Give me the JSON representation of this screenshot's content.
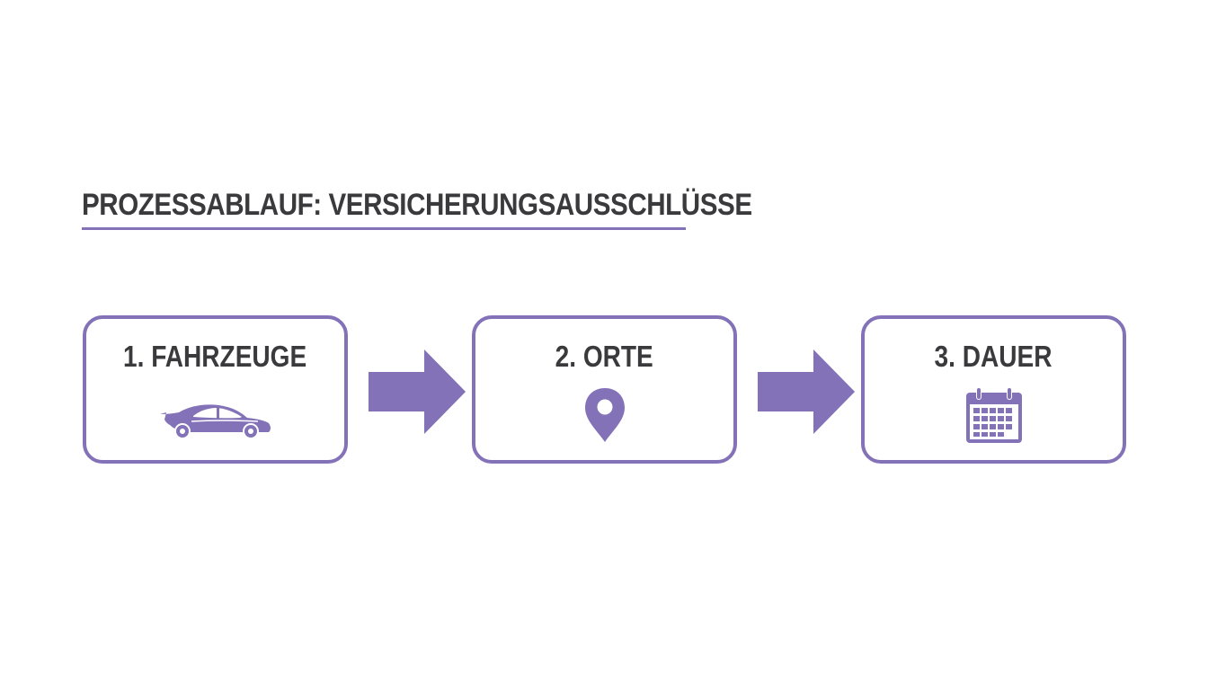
{
  "title": "PROZESSABLAUF: VERSICHERUNGSAUSSCHLÜSSE",
  "colors": {
    "accent": "#8472b8",
    "text": "#3a3a3c",
    "background": "#ffffff"
  },
  "steps": [
    {
      "label": "1. FAHRZEUGE",
      "icon": "car-icon"
    },
    {
      "label": "2. ORTE",
      "icon": "location-pin-icon"
    },
    {
      "label": "3. DAUER",
      "icon": "calendar-icon"
    }
  ],
  "connectors": [
    {
      "from": "1. FAHRZEUGE",
      "to": "2. ORTE",
      "icon": "arrow-right-icon"
    },
    {
      "from": "2. ORTE",
      "to": "3. DAUER",
      "icon": "arrow-right-icon"
    }
  ]
}
